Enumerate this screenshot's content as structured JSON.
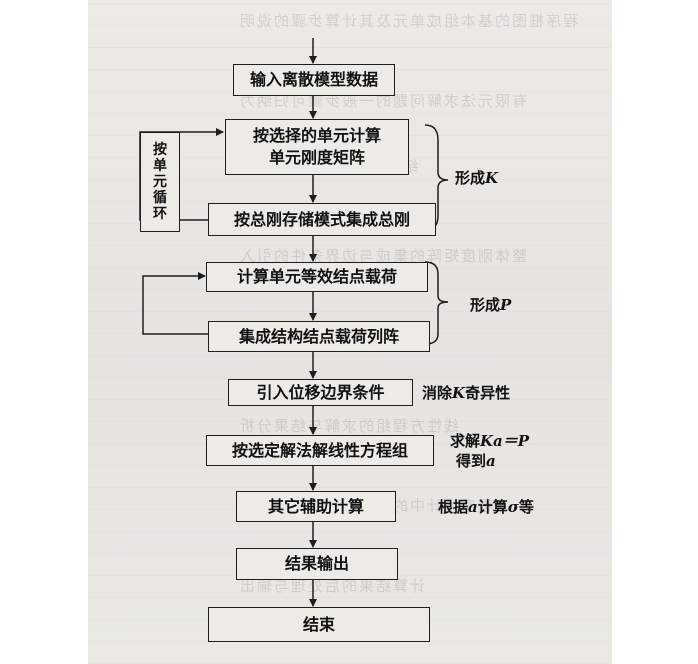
{
  "flow": {
    "steps": [
      {
        "lines": [
          "输入离散模型数据"
        ]
      },
      {
        "lines": [
          "按选择的单元计算",
          "单元刚度矩阵"
        ]
      },
      {
        "lines": [
          "按总刚存储模式集成总刚"
        ]
      },
      {
        "lines": [
          "计算单元等效结点载荷"
        ]
      },
      {
        "lines": [
          "集成结构结点载荷列阵"
        ]
      },
      {
        "lines": [
          "引入位移边界条件"
        ]
      },
      {
        "lines": [
          "按选定解法解线性方程组"
        ]
      },
      {
        "lines": [
          "其它辅助计算"
        ]
      },
      {
        "lines": [
          "结果输出"
        ]
      },
      {
        "lines": [
          "结束"
        ]
      }
    ],
    "loop_label_chars": [
      "按",
      "单",
      "元",
      "循",
      "环"
    ],
    "notes": {
      "form_k": {
        "text": "形成",
        "sym": "K"
      },
      "form_p": {
        "text": "形成",
        "sym": "P"
      },
      "eliminate": {
        "pre": "消除",
        "sym": "K",
        "post": "奇异性"
      },
      "solve_line1": {
        "pre": "求解",
        "sym": "Ka＝P"
      },
      "solve_line2": {
        "pre": "得到",
        "sym": "a"
      },
      "aux": {
        "pre": "根据",
        "sym": "a",
        "mid": "计算",
        "sym2": "σ",
        "post": "等"
      }
    }
  }
}
